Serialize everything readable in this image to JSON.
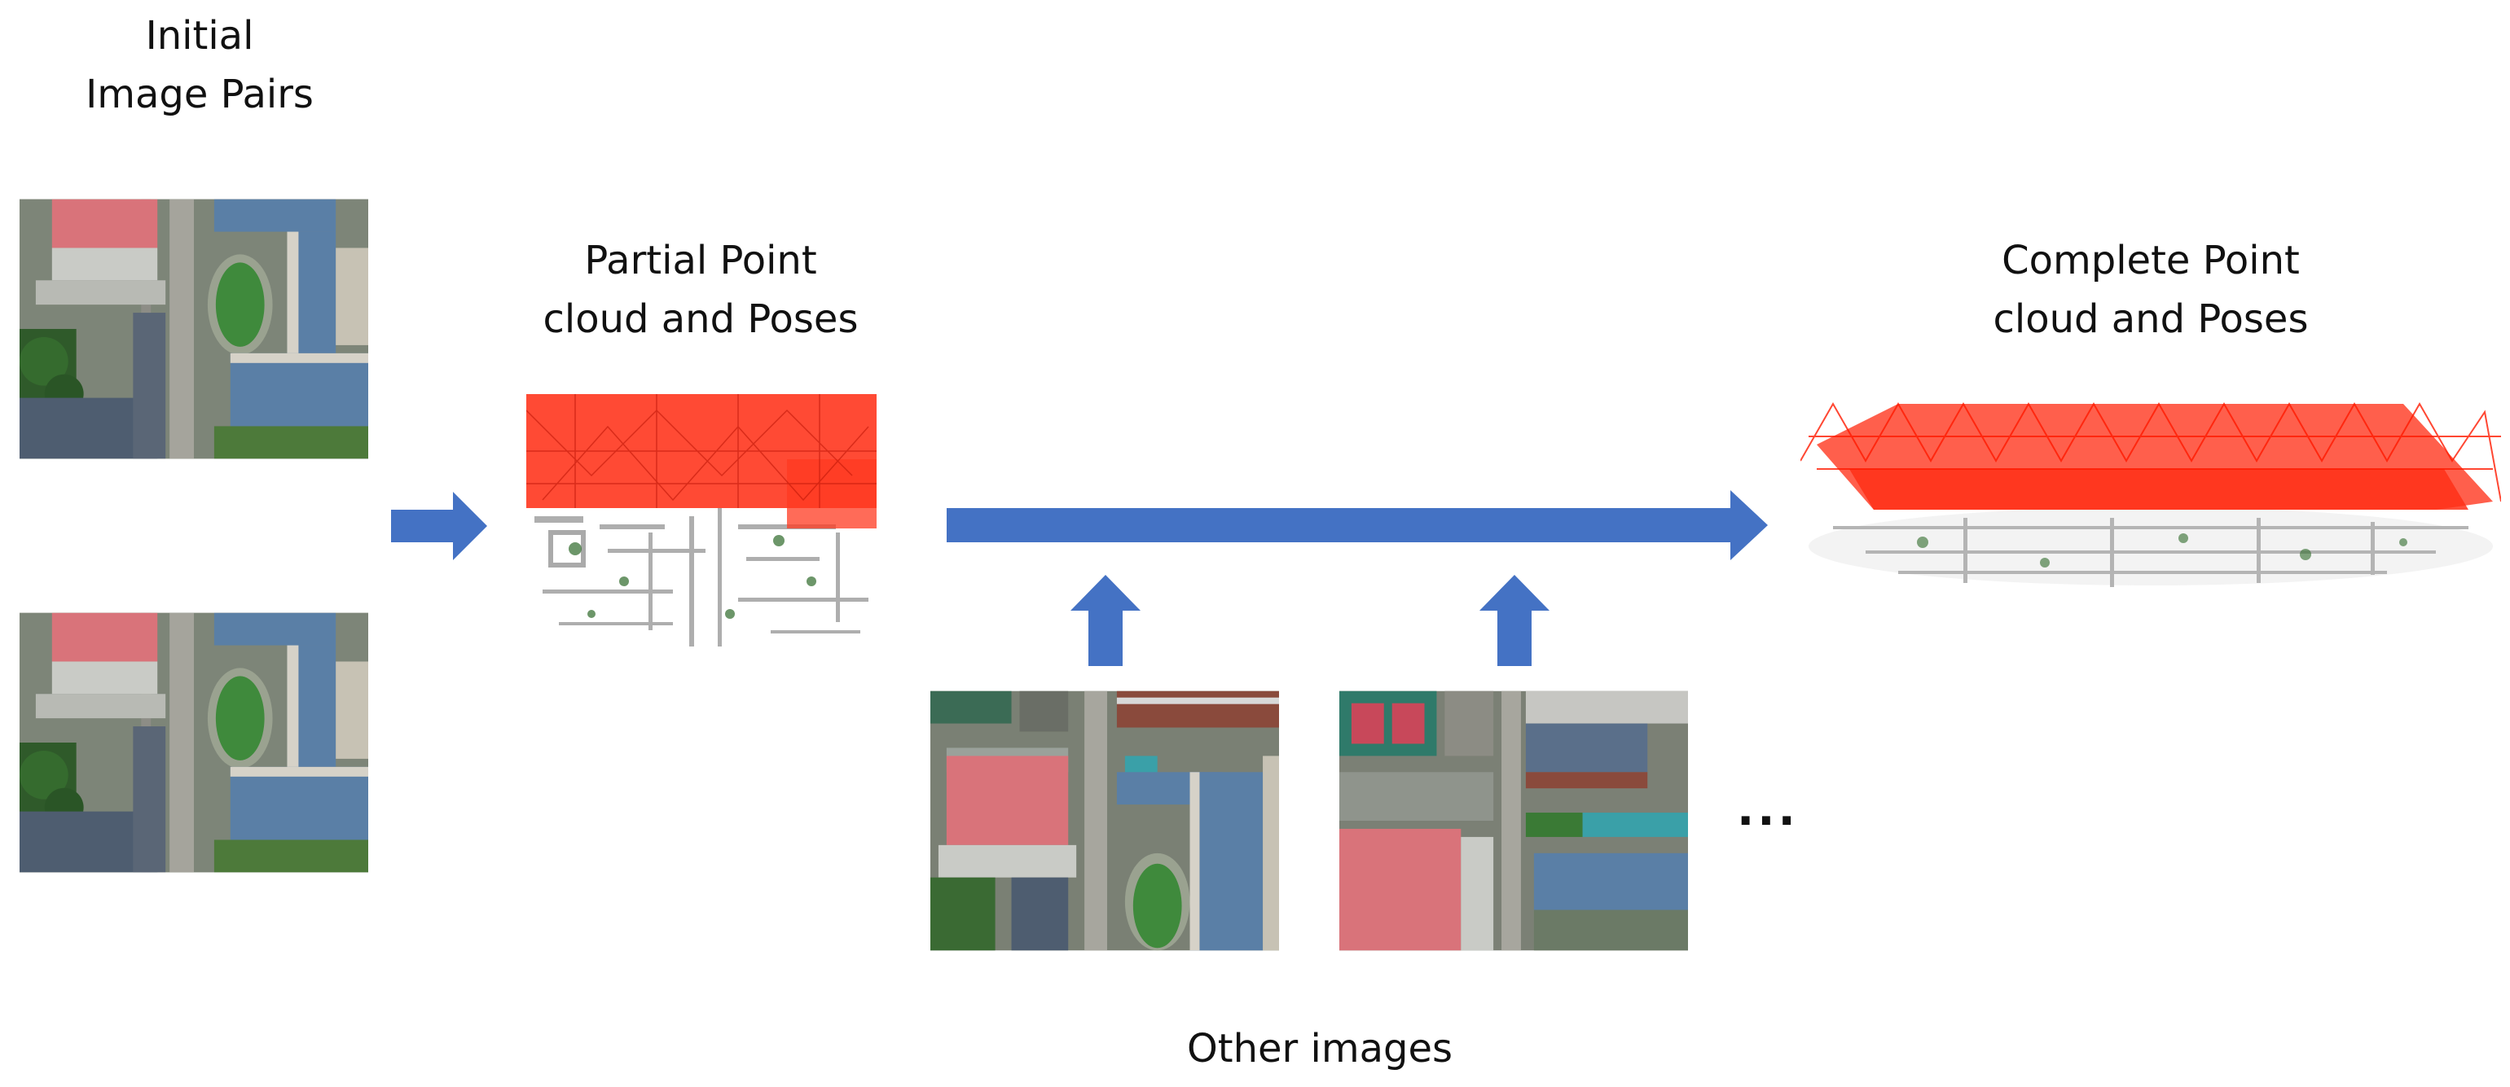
{
  "labels": {
    "initial_line1": "Initial",
    "initial_line2": "Image Pairs",
    "partial_line1": "Partial Point",
    "partial_line2": "cloud and Poses",
    "complete_line1": "Complete Point",
    "complete_line2": "cloud and Poses",
    "other_images": "Other images",
    "ellipsis": "..."
  },
  "colors": {
    "arrow": "#4472C4",
    "camera_poses": "#FF2A10",
    "roof": "#D9737A",
    "building": "#5A7FA6",
    "grass": "#3F8A3C",
    "road": "#9A9A92"
  },
  "icons": {
    "aerial_photo": "aerial-image",
    "point_cloud": "point-cloud",
    "flow_arrow": "arrow"
  }
}
